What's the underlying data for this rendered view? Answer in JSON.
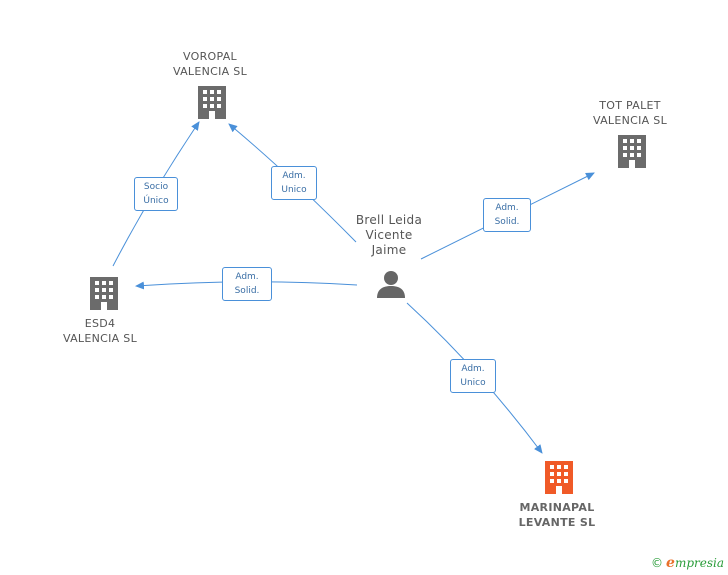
{
  "nodes": {
    "voropal": {
      "line1": "VOROPAL",
      "line2": "VALENCIA SL"
    },
    "totpalet": {
      "line1": "TOT PALET",
      "line2": "VALENCIA SL"
    },
    "esd4": {
      "line1": "ESD4",
      "line2": "VALENCIA SL"
    },
    "marinapal": {
      "line1": "MARINAPAL",
      "line2": "LEVANTE SL"
    },
    "person": {
      "line1": "Brell Leida",
      "line2": "Vicente",
      "line3": "Jaime"
    }
  },
  "edges": {
    "esd4_voropal": {
      "line1": "Socio",
      "line2": "Único"
    },
    "person_voropal": {
      "line1": "Adm.",
      "line2": "Unico"
    },
    "person_totpalet": {
      "line1": "Adm.",
      "line2": "Solid."
    },
    "person_esd4": {
      "line1": "Adm.",
      "line2": "Solid."
    },
    "person_marinapal": {
      "line1": "Adm.",
      "line2": "Unico"
    }
  },
  "colors": {
    "edge": "#4a90d9",
    "company_icon": "#6b6b6b",
    "main_company_icon": "#f05a28",
    "person_icon": "#666666"
  },
  "icons": {
    "company": "building-icon",
    "person": "person-icon"
  },
  "brand": {
    "copyright": "©",
    "initial": "e",
    "name": "mpresia"
  }
}
